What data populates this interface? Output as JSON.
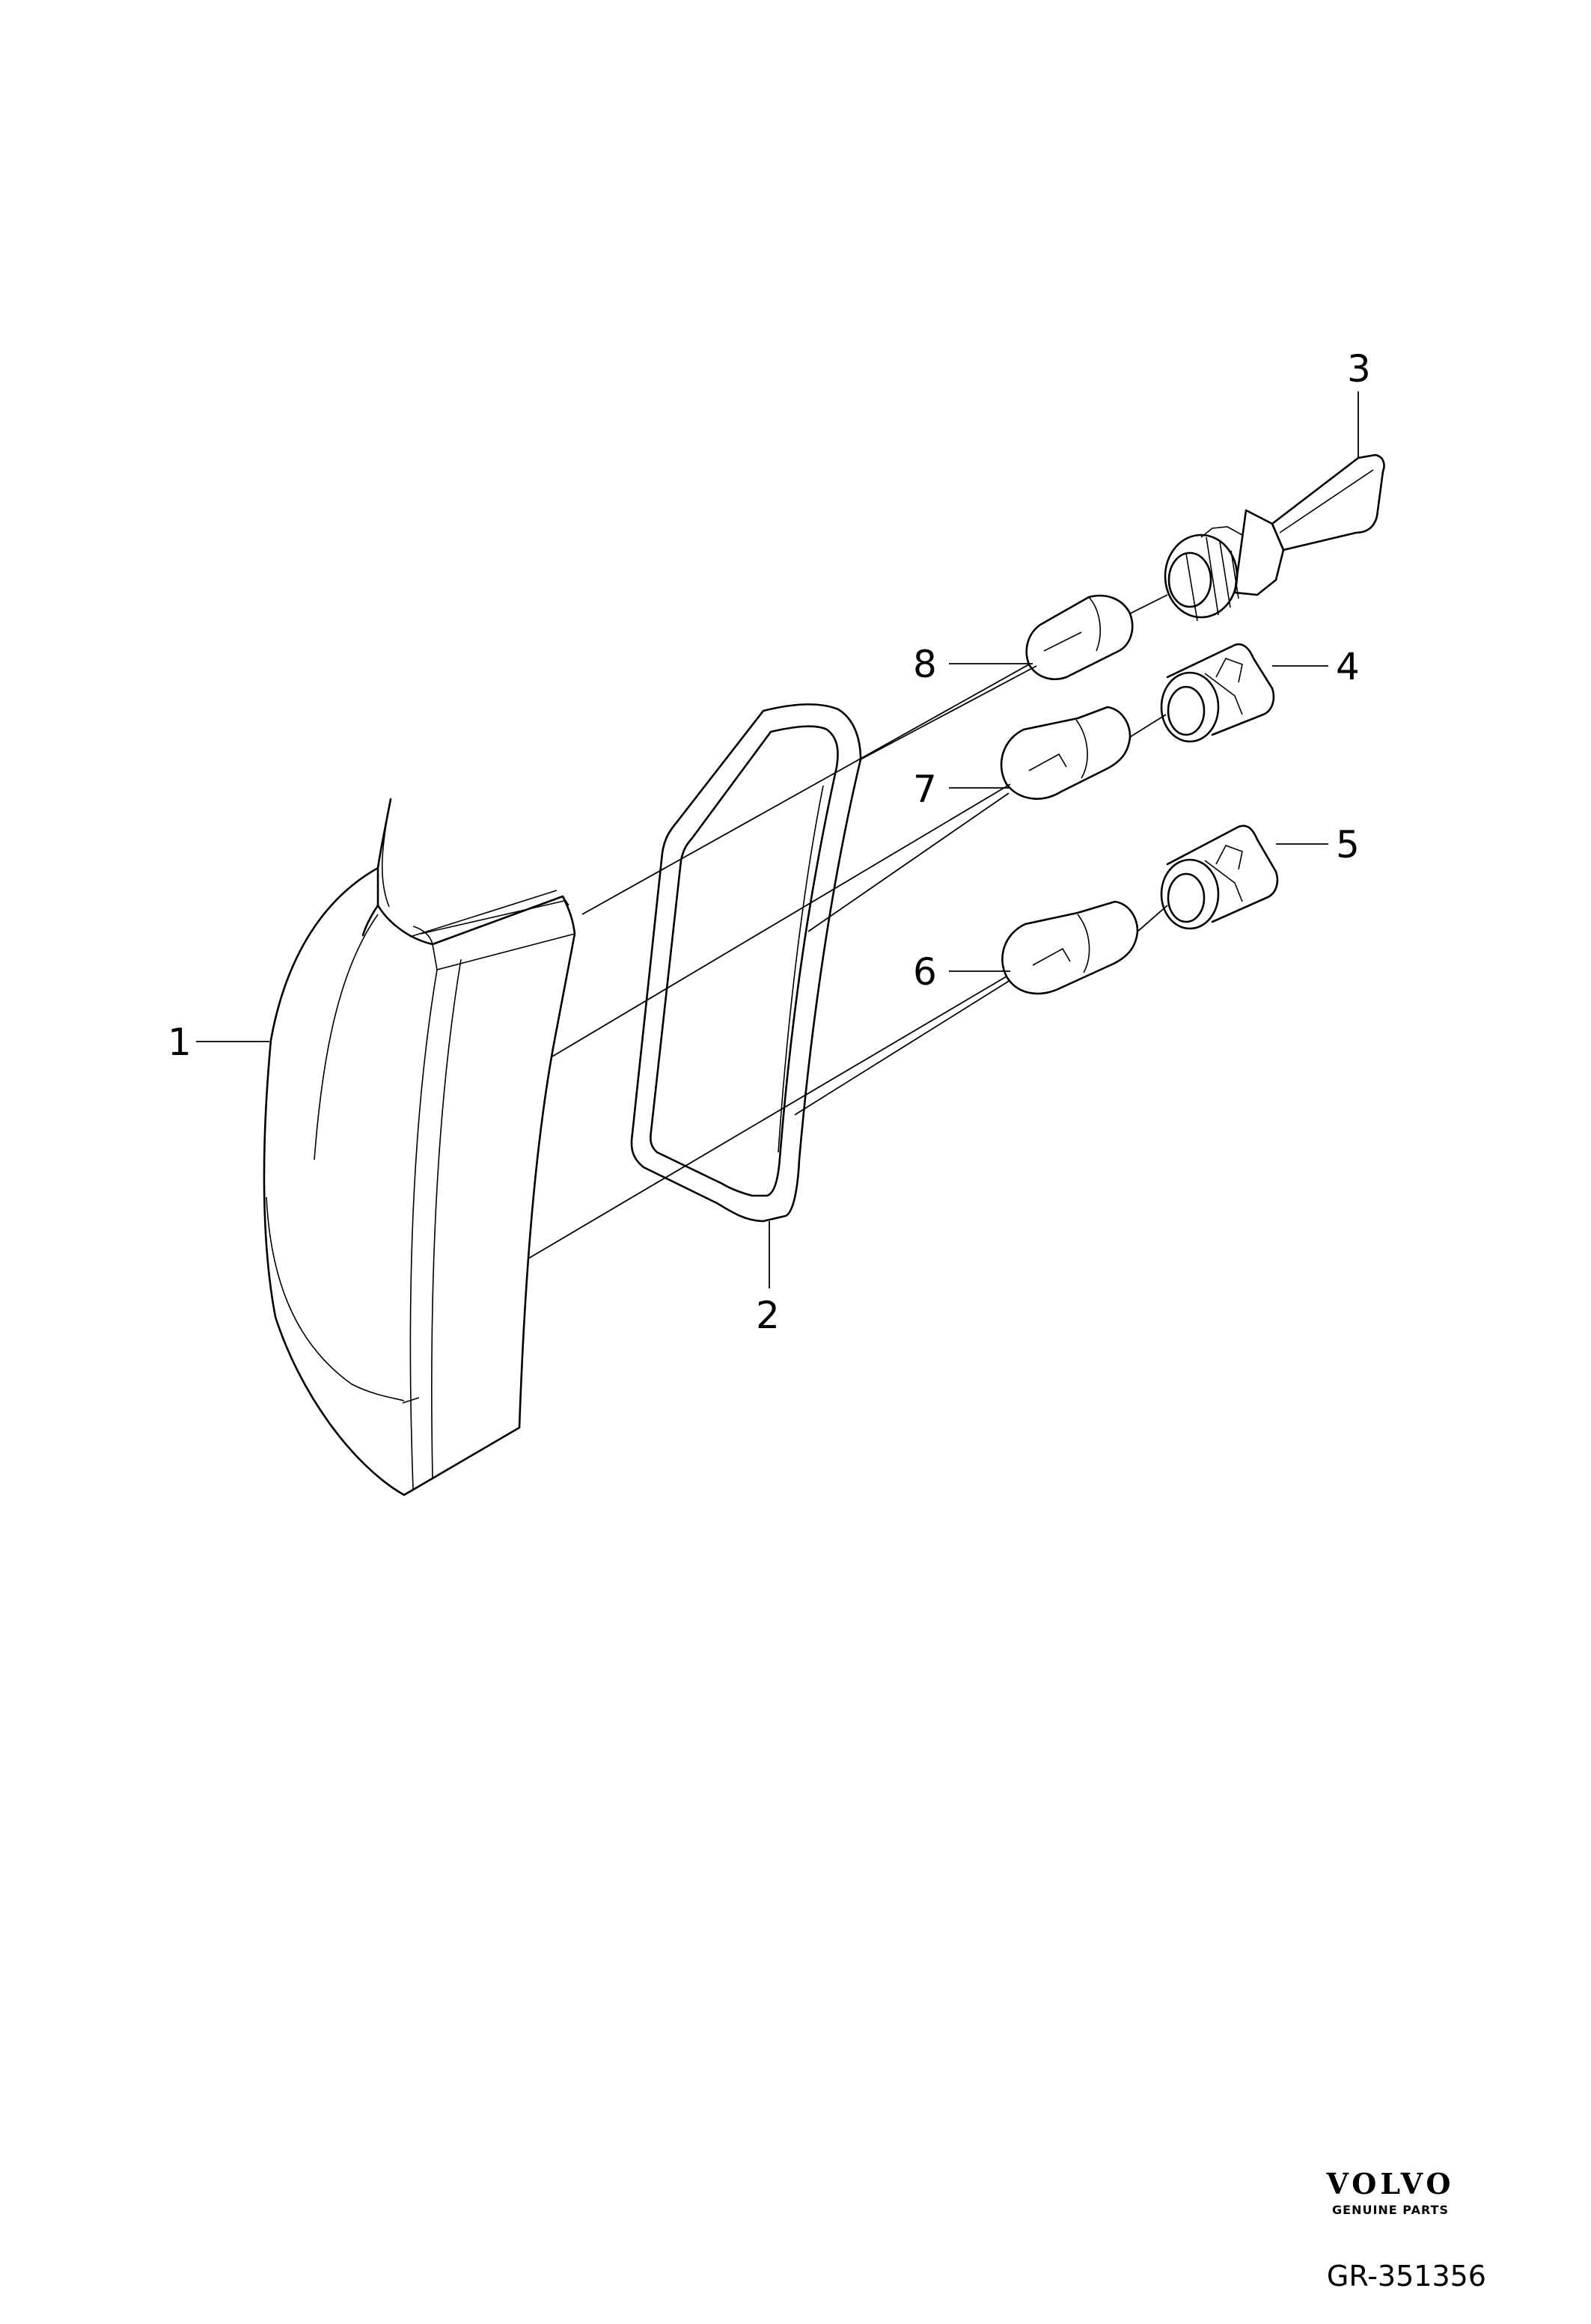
{
  "callouts": {
    "c1": "1",
    "c2": "2",
    "c3": "3",
    "c4": "4",
    "c5": "5",
    "c6": "6",
    "c7": "7",
    "c8": "8"
  },
  "brand": {
    "logo": "VOLVO",
    "tagline": "GENUINE PARTS"
  },
  "reference": "GR-351356",
  "colors": {
    "line": "#000000",
    "background": "#ffffff"
  }
}
